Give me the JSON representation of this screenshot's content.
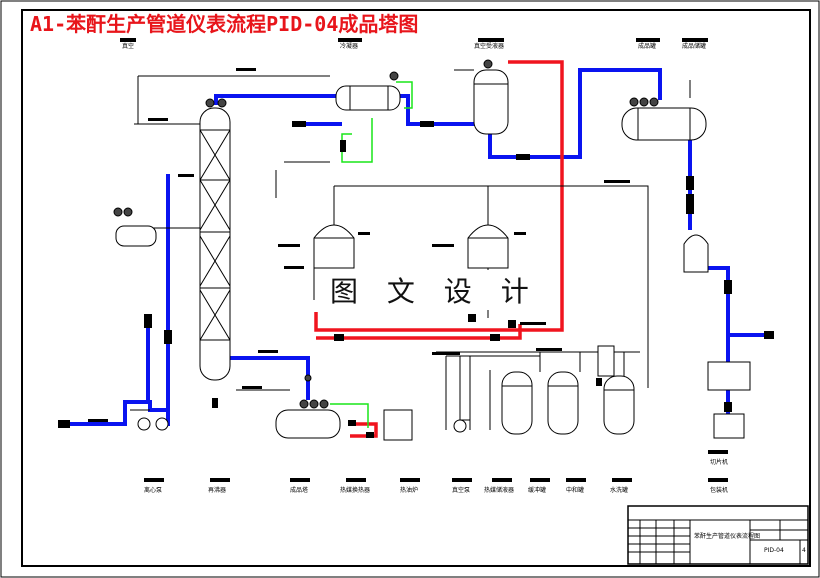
{
  "title": "A1-苯酐生产管道仪表流程PID-04成品塔图",
  "watermark": "图 文 设 计",
  "colors": {
    "blue_pipe": "#0a14f0",
    "red_pipe": "#f0141e",
    "green_pipe": "#19e619",
    "title": "#e8151b"
  },
  "equipment_labels": {
    "top_left": "真空",
    "condenser": "冷凝器",
    "receiver": "真空受液器",
    "product_tank1": "成品罐",
    "product_tank2": "成品储罐",
    "left_tank_note": "",
    "sheet_pump1": "离心泵",
    "sheet_pump2": "再沸器",
    "b1": "成品塔",
    "b2": "热媒换热器",
    "b3": "热油炉",
    "b4": "真空泵",
    "b5": "热媒储液器",
    "b6": "缓冲罐",
    "b7": "中和罐",
    "b8": "水洗罐",
    "r1": "切片机",
    "r2": "包装机"
  },
  "title_block": {
    "drawing_name": "苯酐生产管道仪表流程图",
    "drawing_no": "PID-04",
    "sheet": "4"
  }
}
